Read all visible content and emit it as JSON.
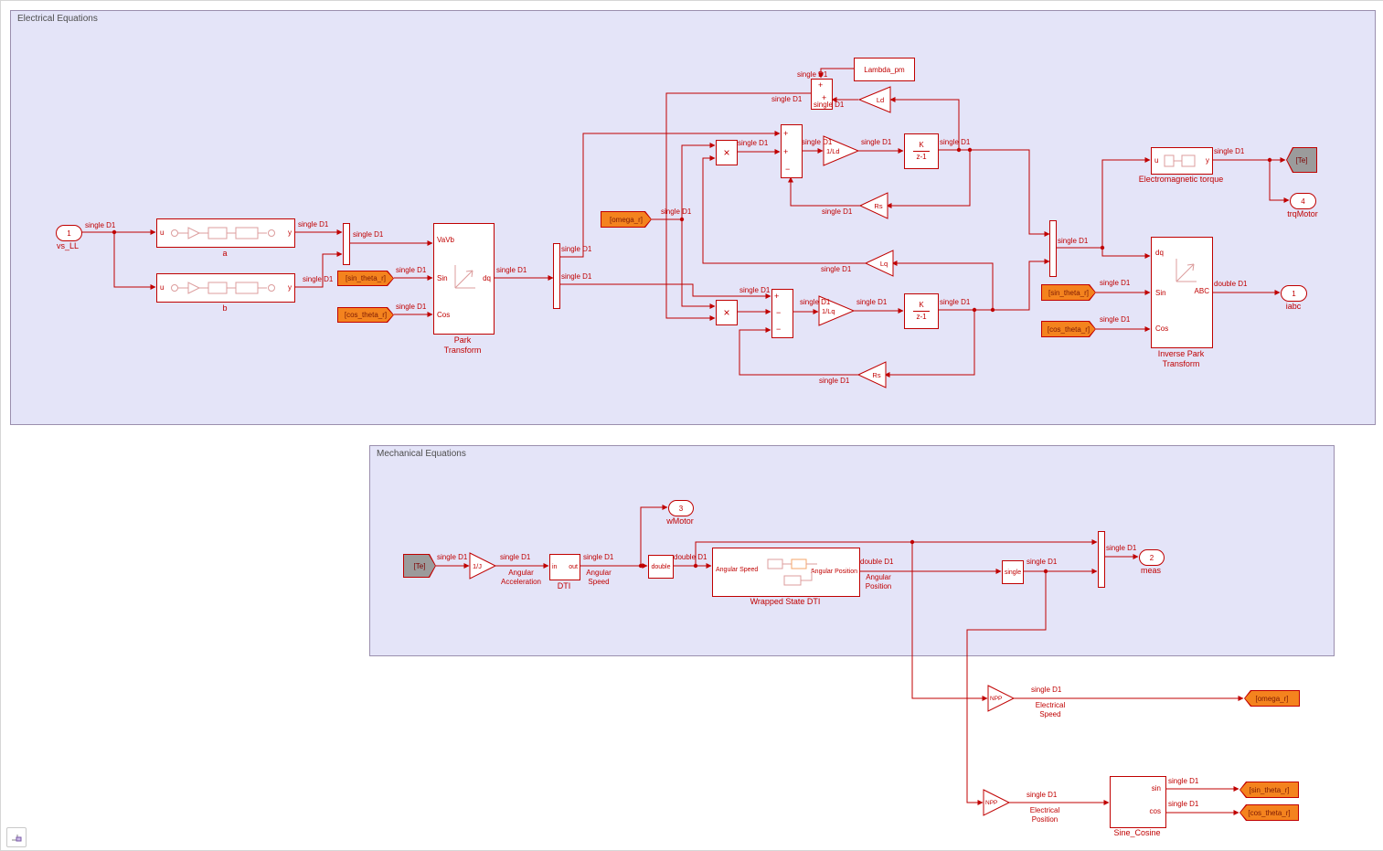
{
  "regions": {
    "electrical": "Electrical Equations",
    "mechanical": "Mechanical Equations"
  },
  "sig": {
    "single": "single D1",
    "double": "double D1"
  },
  "tags": {
    "sin_theta": "[sin_theta_r]",
    "cos_theta": "[cos_theta_r]",
    "omega": "[omega_r]",
    "te": "[Te]"
  },
  "ports": {
    "vs_ll": {
      "n": "1",
      "name": "vs_LL"
    },
    "iabc": {
      "n": "1",
      "name": "iabc"
    },
    "trq": {
      "n": "4",
      "name": "trqMotor"
    },
    "wmotor": {
      "n": "3",
      "name": "wMotor"
    },
    "meas": {
      "n": "2",
      "name": "meas"
    }
  },
  "blocks": {
    "a": {
      "caption": "a",
      "u": "u",
      "y": "y"
    },
    "b": {
      "caption": "b",
      "u": "u",
      "y": "y"
    },
    "park": {
      "caption_l1": "Park",
      "caption_l2": "Transform",
      "in1": "VaVb",
      "in2": "Sin",
      "in3": "Cos",
      "out1": "dq"
    },
    "inv_park": {
      "caption_l1": "Inverse Park",
      "caption_l2": "Transform",
      "in1": "dq",
      "in2": "Sin",
      "in3": "Cos",
      "out1": "ABC"
    },
    "em_torque": {
      "caption": "Electromagnetic torque",
      "u": "u",
      "y": "y"
    },
    "lambda": {
      "caption": "Lambda_pm"
    },
    "dtf": {
      "num": "K",
      "den": "z-1"
    },
    "dti": {
      "caption": "DTI",
      "in": "in",
      "out": "out"
    },
    "wdti": {
      "caption": "Wrapped State DTI",
      "in": "Angular Speed",
      "out": "Angular Position"
    },
    "to_double": {
      "caption": "double"
    },
    "to_single": {
      "caption": "single"
    },
    "sine_cosine": {
      "caption": "Sine_Cosine",
      "out1": "sin",
      "out2": "cos"
    }
  },
  "gains": {
    "ld": "Ld",
    "inv_ld": "1/Ld",
    "rs": "Rs",
    "lq": "Lq",
    "inv_lq": "1/Lq",
    "inv_j": "1/J",
    "npp": "NPP"
  },
  "ops": {
    "plus": "+",
    "minus": "−",
    "mult": "×"
  },
  "annotations": {
    "angular_acceleration": {
      "l1": "Angular",
      "l2": "Acceleration"
    },
    "angular_speed": {
      "l1": "Angular",
      "l2": "Speed"
    },
    "angular_position": {
      "l1": "Angular",
      "l2": "Position"
    },
    "electrical_speed": {
      "l1": "Electrical",
      "l2": "Speed"
    },
    "electrical_position": {
      "l1": "Electrical",
      "l2": "Position"
    }
  }
}
